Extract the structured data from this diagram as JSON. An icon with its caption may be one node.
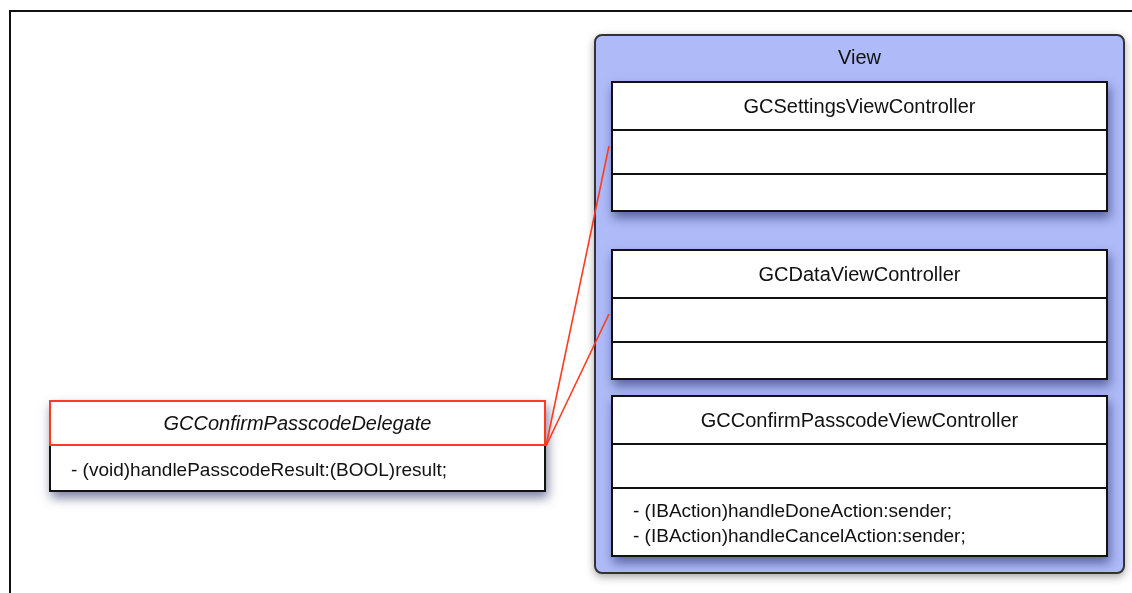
{
  "diagram": {
    "nodes": [
      {
        "text": [
          "View"
        ]
      },
      {
        "text": [
          "GCSettingsViewController"
        ],
        "in": 0
      },
      {
        "text": [
          "GCDataViewController"
        ],
        "in": 0
      },
      {
        "text": [
          "GCConfirmPasscodeViewController",
          "- (IBAction)handleDoneAction:sender;",
          "- (IBAction)handleCancelAction:sender;"
        ],
        "in": 0
      },
      {
        "text": [
          "GCConfirmPasscodeDelegate",
          "- (void)handlePasscodeResult:(BOOL)result;"
        ]
      }
    ],
    "edges": [
      {
        "from": 4,
        "to": 1,
        "arrow": "none"
      },
      {
        "from": 4,
        "to": 2,
        "arrow": "none"
      }
    ]
  }
}
